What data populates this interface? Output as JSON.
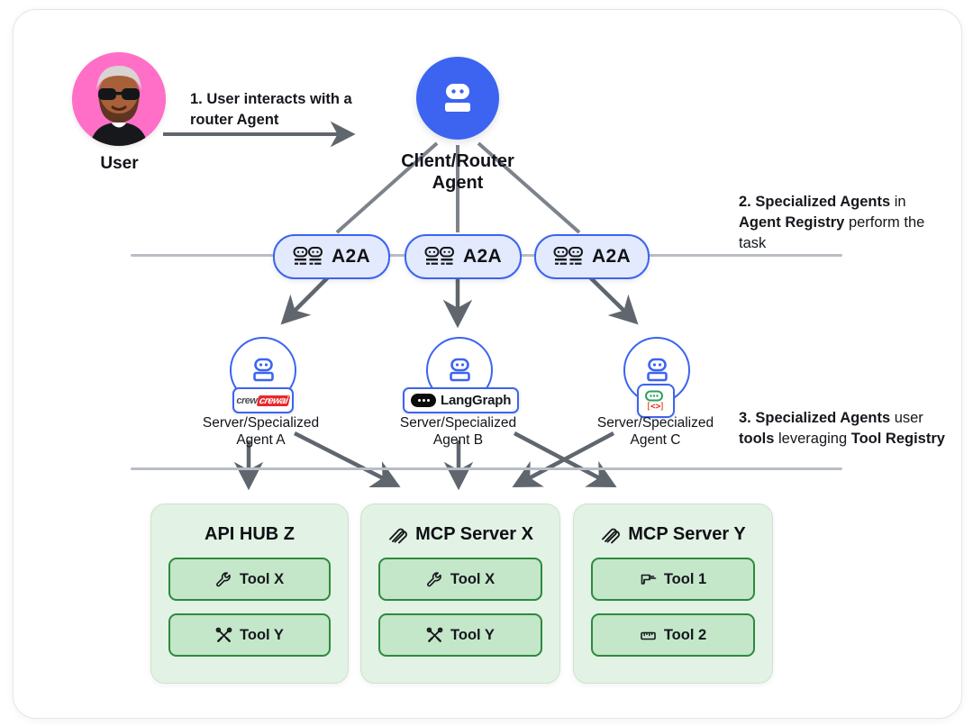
{
  "diagram": {
    "title": "A2A and MCP multi-agent architecture",
    "colors": {
      "agent_blue": "#3C64F0",
      "a2a_fill": "#E3EAFE",
      "user_pink": "#FF6FC8",
      "tool_box_fill": "#E2F2E4",
      "tool_chip_fill": "#C4E6C9",
      "tool_chip_border": "#2C8A3E",
      "arrow_gray": "#5F666E",
      "divider_gray": "#B9BEC6"
    }
  },
  "user": {
    "label": "User",
    "avatar_icon": "user-avatar-emoji"
  },
  "router": {
    "label": "Client/Router\nAgent",
    "icon": "robot-icon"
  },
  "steps": [
    {
      "number": "1.",
      "parts": [
        {
          "text": "User interacts with a router Agent",
          "bold": true
        }
      ],
      "text": "1. User interacts with\n    a router Agent"
    },
    {
      "number": "2.",
      "parts": [
        {
          "text": "Specialized Agents",
          "bold": true
        },
        {
          "text": " in ",
          "bold": false
        },
        {
          "text": "Agent Registry",
          "bold": true
        },
        {
          "text": " perform the task",
          "bold": false
        }
      ],
      "text": "2. Specialized Agents in Agent Registry perform the task"
    },
    {
      "number": "3.",
      "parts": [
        {
          "text": "Specialized Agents",
          "bold": true
        },
        {
          "text": " user ",
          "bold": false
        },
        {
          "text": "tools",
          "bold": true
        },
        {
          "text": " leveraging ",
          "bold": false
        },
        {
          "text": "Tool Registry",
          "bold": true
        }
      ],
      "text": "3. Specialized Agents user tools leveraging Tool Registry"
    }
  ],
  "a2a_nodes": [
    {
      "label": "A2A",
      "icon": "a2a-robots-icon"
    },
    {
      "label": "A2A",
      "icon": "a2a-robots-icon"
    },
    {
      "label": "A2A",
      "icon": "a2a-robots-icon"
    }
  ],
  "agents": [
    {
      "name": "Server/Specialized\nAgent A",
      "framework": "crewai",
      "framework_icon": "crewai-logo",
      "icon": "robot-icon"
    },
    {
      "name": "Server/Specialized\nAgent B",
      "framework": "LangGraph",
      "framework_icon": "langgraph-logo",
      "icon": "robot-icon"
    },
    {
      "name": "Server/Specialized\nAgent C",
      "framework": "",
      "framework_icon": "adk-code-chat-logo",
      "icon": "robot-icon"
    }
  ],
  "tool_groups": [
    {
      "title": "API HUB Z",
      "has_logo": false,
      "logo_icon": "",
      "tools": [
        {
          "label": "Tool X",
          "icon": "wrench-icon"
        },
        {
          "label": "Tool Y",
          "icon": "crossed-tools-icon"
        }
      ]
    },
    {
      "title": "MCP Server X",
      "has_logo": true,
      "logo_icon": "mcp-logo-icon",
      "tools": [
        {
          "label": "Tool X",
          "icon": "wrench-icon"
        },
        {
          "label": "Tool Y",
          "icon": "crossed-tools-icon"
        }
      ]
    },
    {
      "title": "MCP Server Y",
      "has_logo": true,
      "logo_icon": "mcp-logo-icon",
      "tools": [
        {
          "label": "Tool 1",
          "icon": "drill-icon"
        },
        {
          "label": "Tool 2",
          "icon": "ruler-icon"
        }
      ]
    }
  ]
}
